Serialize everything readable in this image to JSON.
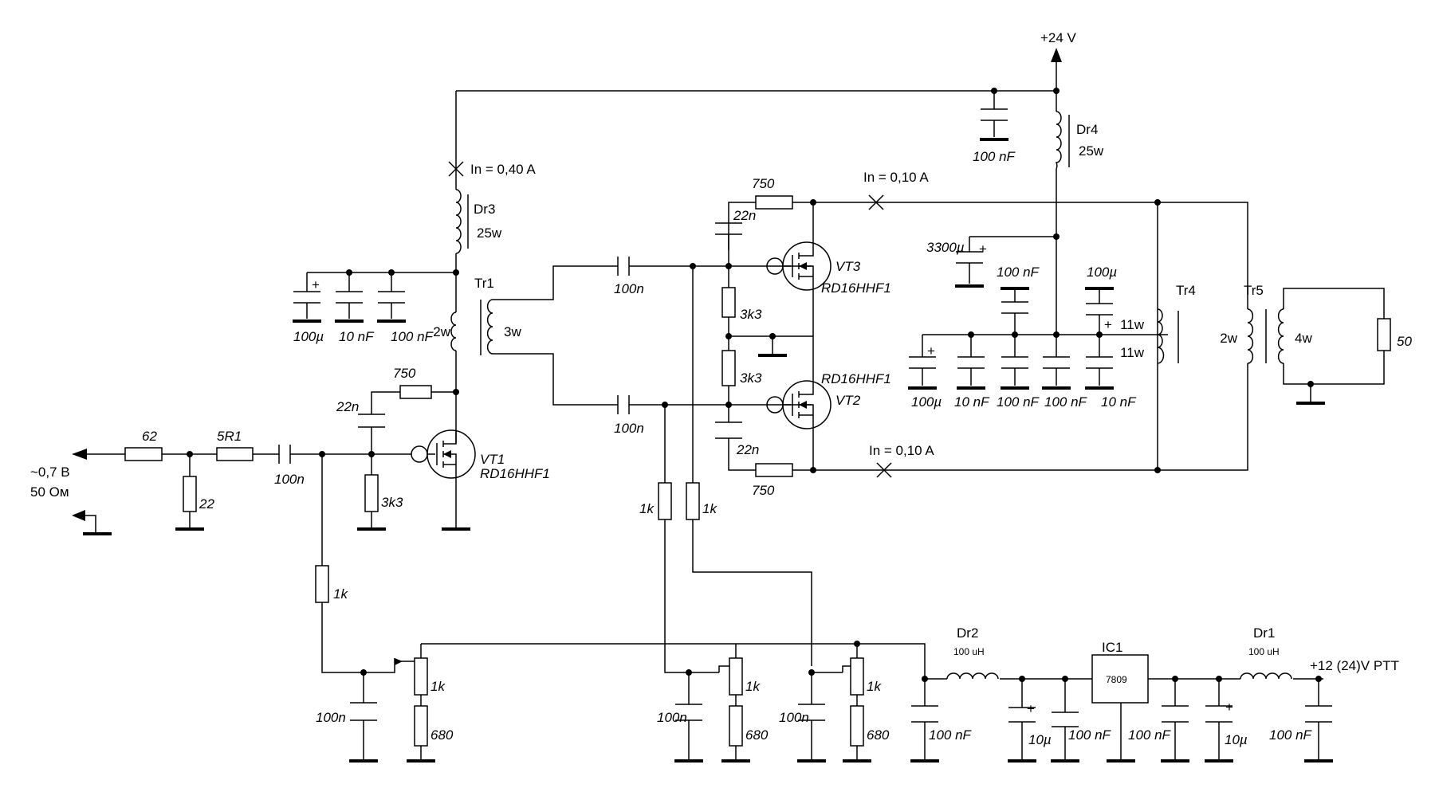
{
  "supply": {
    "v24": "+24 V"
  },
  "currents": {
    "i_vt1": "In = 0,40 A",
    "i_vt3": "In = 0,10 A",
    "i_vt2": "In = 0,10 A"
  },
  "input": {
    "level": "~0,7 B",
    "impedance": "50 Ом"
  },
  "resistors": {
    "r62": "62",
    "r22": "22",
    "r5r1": "5R1",
    "r750_vt1": "750",
    "r3k3_vt1": "3k3",
    "r750_vt3": "750",
    "r3k3_a": "3k3",
    "r3k3_b": "3k3",
    "r750_vt2": "750",
    "r1k_a": "1k",
    "r1k_b": "1k",
    "r1k_c": "1k",
    "pot1": "1k",
    "pot2": "1k",
    "pot3": "1k",
    "r680_1": "680",
    "r680_2": "680",
    "r680_3": "680",
    "rload": "50"
  },
  "capacitors": {
    "c100n_in": "100n",
    "c22n_vt1": "22n",
    "c100u_dr3": "100µ",
    "c10n_dr3": "10 nF",
    "c100n_dr3": "100 nF",
    "c100n_top": "100 nF",
    "c22n_vt3": "22n",
    "c100n_g3": "100n",
    "c100n_g2": "100n",
    "c22n_vt2": "22n",
    "c3300u": "3300µ",
    "c100n_b1": "100 nF",
    "c100u_b": "100µ",
    "c100u_row": "100µ",
    "c10n_row": "10 nF",
    "c100n_row1": "100 nF",
    "c100n_row2": "100 nF",
    "c10n_row2": "10 nF",
    "c100n_bias1": "100n",
    "c100n_bias2": "100n",
    "c100n_bias3": "100n",
    "c100n_reg_a": "100 nF",
    "c10u_a": "10µ",
    "c100n_reg_b": "100 nF",
    "c100n_reg_c": "100 nF",
    "c10u_b": "10µ",
    "c100n_reg_d": "100 nF"
  },
  "inductors": {
    "dr3": "Dr3",
    "dr3_turns": "25w",
    "dr4": "Dr4",
    "dr4_turns": "25w",
    "dr2": "Dr2",
    "dr2_val": "100 uH",
    "dr1": "Dr1",
    "dr1_val": "100 uH"
  },
  "transformers": {
    "tr1": "Tr1",
    "tr1_p": "2w",
    "tr1_s": "3w",
    "tr4": "Tr4",
    "tr4_a": "11w",
    "tr4_b": "11w",
    "tr5": "Tr5",
    "tr5_p": "2w",
    "tr5_s": "4w"
  },
  "transistors": {
    "vt1": "VT1",
    "vt1_type": "RD16HHF1",
    "vt3": "VT3",
    "vt3_type": "RD16HHF1",
    "vt2": "VT2",
    "vt2_type": "RD16HHF1"
  },
  "regulator": {
    "ic1": "IC1",
    "ic1_type": "7809"
  },
  "ptt": {
    "label": "+12 (24)V PTT"
  },
  "plus": "+"
}
